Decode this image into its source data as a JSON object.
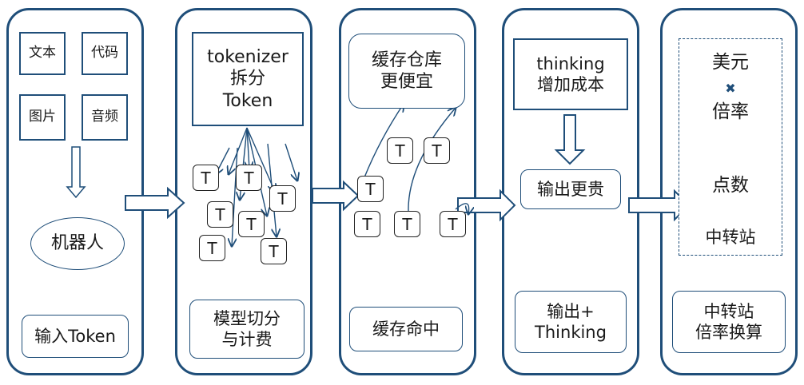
{
  "stage1": {
    "inputs": [
      "文本",
      "代码",
      "图片",
      "音频"
    ],
    "robot": "机器人",
    "caption": "输入Token"
  },
  "stage2": {
    "tokenizer": "tokenizer\n拆分\nToken",
    "caption": "模型切分\n与计费",
    "token_label": "T"
  },
  "stage3": {
    "cache": "缓存仓库\n更便宜",
    "caption": "缓存命中",
    "token_label": "T"
  },
  "stage4": {
    "thinking": "thinking\n增加成本",
    "output": "输出更贵",
    "caption": "输出+\nThinking"
  },
  "stage5": {
    "top": "美元",
    "multiply_symbol": "✖",
    "middle": "倍率",
    "bottom": "点数",
    "relay": "中转站",
    "caption": "中转站\n倍率换算"
  },
  "colors": {
    "border": "#1f4e79",
    "arrow": "#1f4e79",
    "dashed": "#1f4e79"
  }
}
